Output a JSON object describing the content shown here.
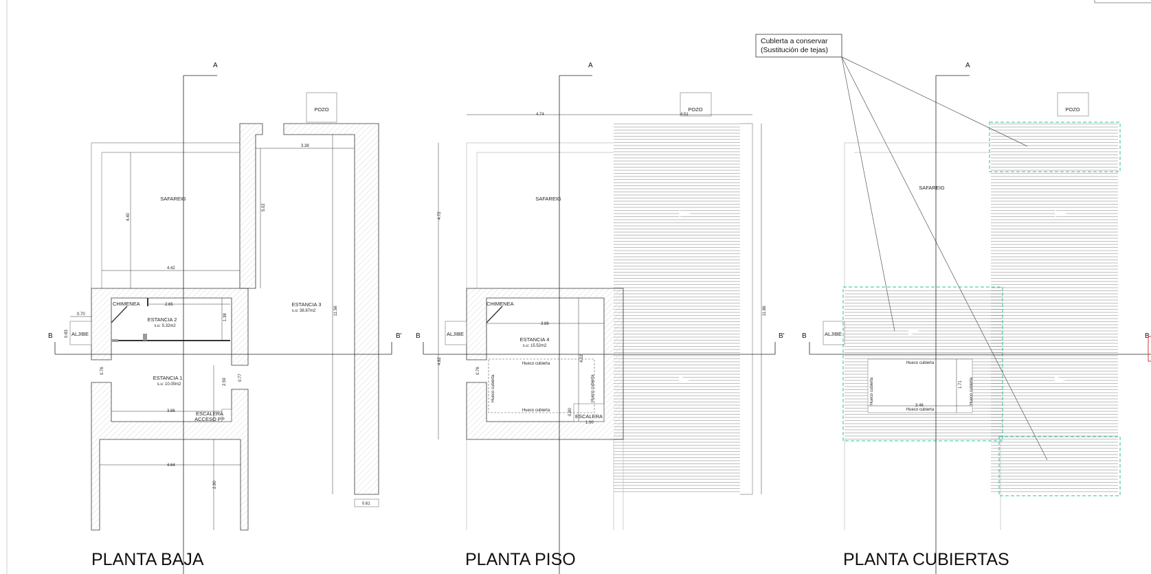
{
  "titles": {
    "baja": "PLANTA BAJA",
    "piso": "PLANTA PISO",
    "cubiertas": "PLANTA CUBIERTAS"
  },
  "section_marks": {
    "a": "A",
    "b": "B",
    "b_prime": "B'"
  },
  "note": {
    "line1": "Cublerta a conservar",
    "line2": "(Sustitución de tejas)"
  },
  "baja": {
    "pozo": "POZO",
    "safareig": "SAFAREIG",
    "chimenea": "CHIMENEA",
    "aljibe": "ALJIBE",
    "estancia2": "ESTANCIA 2",
    "estancia2_area": "s.u: 5.32m2",
    "estancia3": "ESTANCIA 3",
    "estancia3_area": "s.u: 38.87m2",
    "estancia1": "ESTANCIA 1",
    "estancia1_area": "s.u: 10.00m2",
    "escalera1": "ESCALERA",
    "escalera2": "ACCESO PP",
    "dims": {
      "d338": "3.38",
      "d502": "5.02",
      "d440": "4.40",
      "d442": "4.42",
      "d265": "2.65",
      "d138": "1.38",
      "d070": "0.70",
      "d083": "0.83",
      "d1156": "11.56",
      "d076": "0.76",
      "d259": "2.59",
      "d077": "0.77",
      "d386": "3.86",
      "d464": "4.64",
      "d290": "2.90",
      "d061": "0.61"
    }
  },
  "piso": {
    "pozo": "POZO",
    "safareig": "SAFAREIG",
    "chimenea": "CHIMENEA",
    "aljibe": "ALJIBE",
    "estancia4": "ESTANCIA 4",
    "estancia4_area": "s.u: 15.52m2",
    "hueco": "Hueco cubierta",
    "escalera": "ESCALERA",
    "dims": {
      "d474": "4.74",
      "d451": "4.51",
      "d472": "4.72",
      "d386": "3.86",
      "d402": "4.02",
      "d482": "4.82",
      "d076": "0.76",
      "d080": "0.80",
      "d100": "1.00",
      "d1186": "11.86"
    }
  },
  "cubiertas": {
    "pozo": "POZO",
    "safareig": "SAFAREIG",
    "aljibe": "ALJIBE",
    "hueco": "Hueco cubierta",
    "dims": {
      "d171": "1.71",
      "d346": "3.46"
    }
  }
}
